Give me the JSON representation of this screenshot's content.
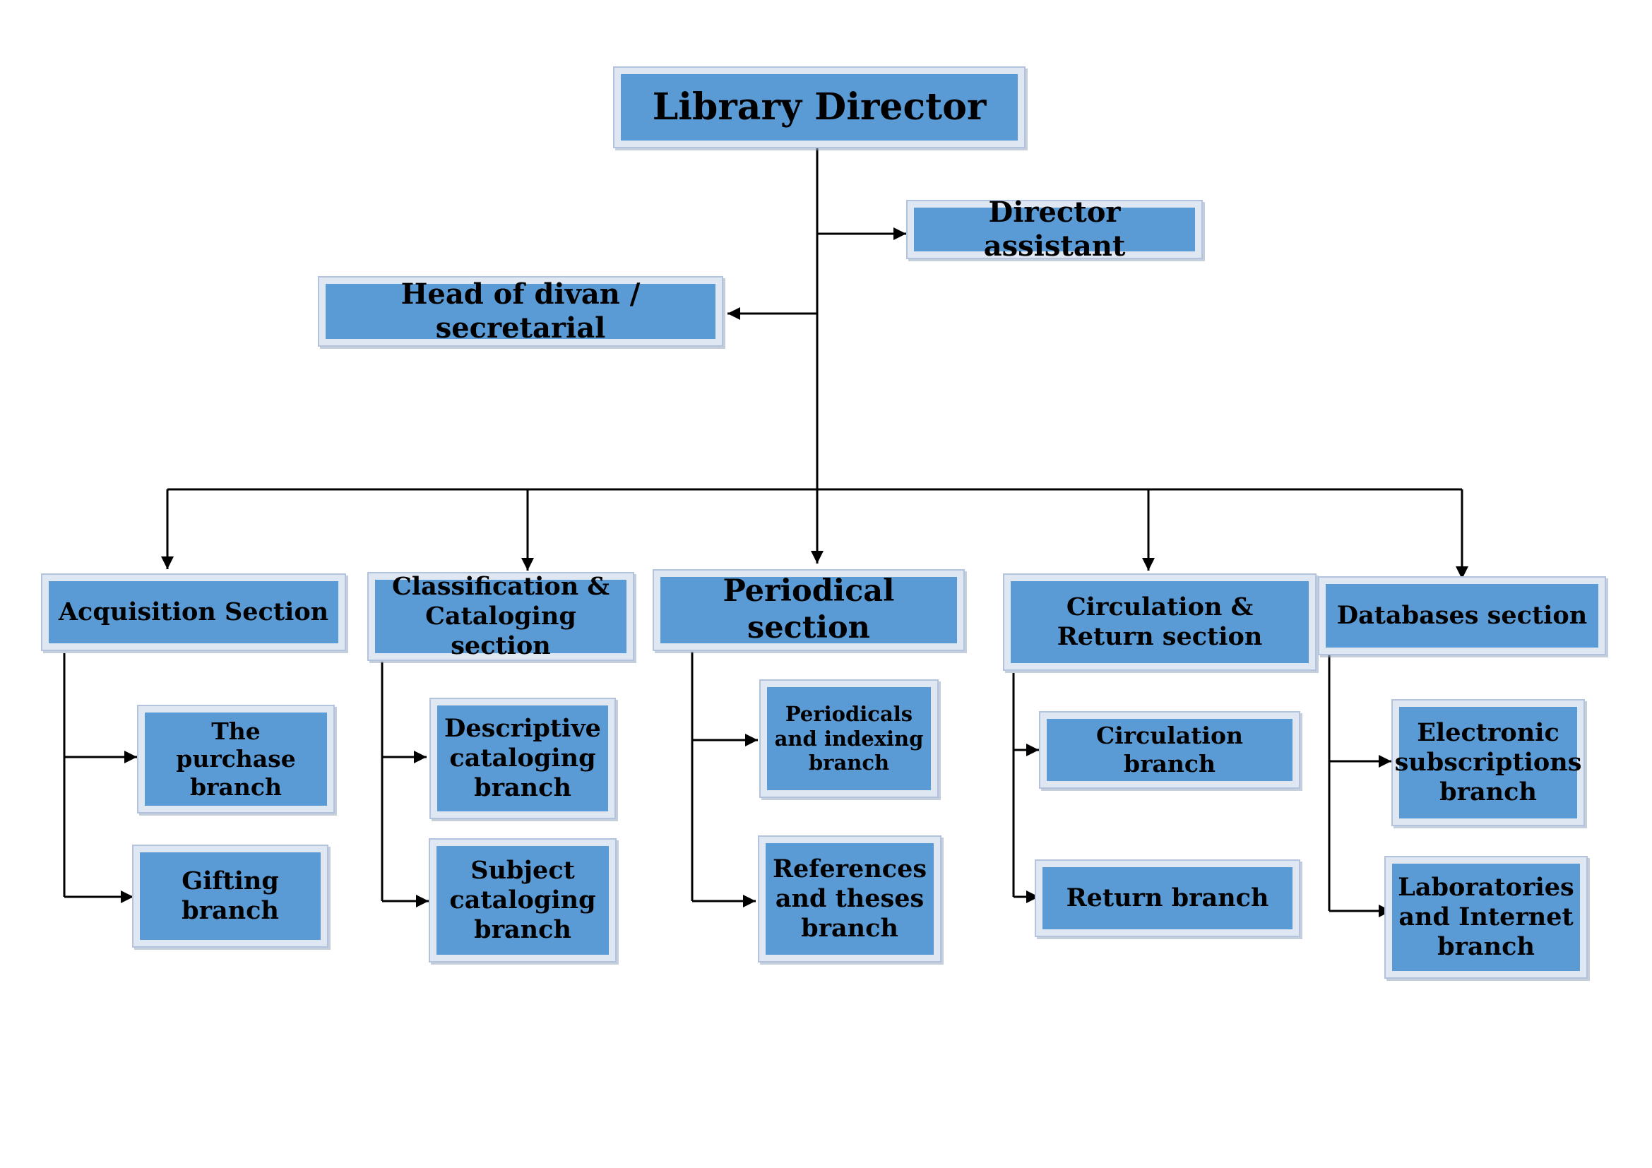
{
  "director": "Library Director",
  "assistant": "Director assistant",
  "divan": "Head of divan / secretarial",
  "sections": [
    {
      "label": "Acquisition Section",
      "branches": [
        "The purchase branch",
        "Gifting branch"
      ]
    },
    {
      "label": "Classification & Cataloging section",
      "branches": [
        "Descriptive cataloging branch",
        "Subject cataloging branch"
      ]
    },
    {
      "label": "Periodical section",
      "branches": [
        "Periodicals and indexing branch",
        "References and theses branch"
      ]
    },
    {
      "label": "Circulation & Return section",
      "branches": [
        "Circulation branch",
        "Return branch"
      ]
    },
    {
      "label": "Databases section",
      "branches": [
        "Electronic subscriptions branch",
        "Laboratories and Internet branch"
      ]
    }
  ],
  "colors": {
    "box_fill": "#5b9bd5",
    "box_frame": "#dfe7f3",
    "line": "#000000"
  }
}
